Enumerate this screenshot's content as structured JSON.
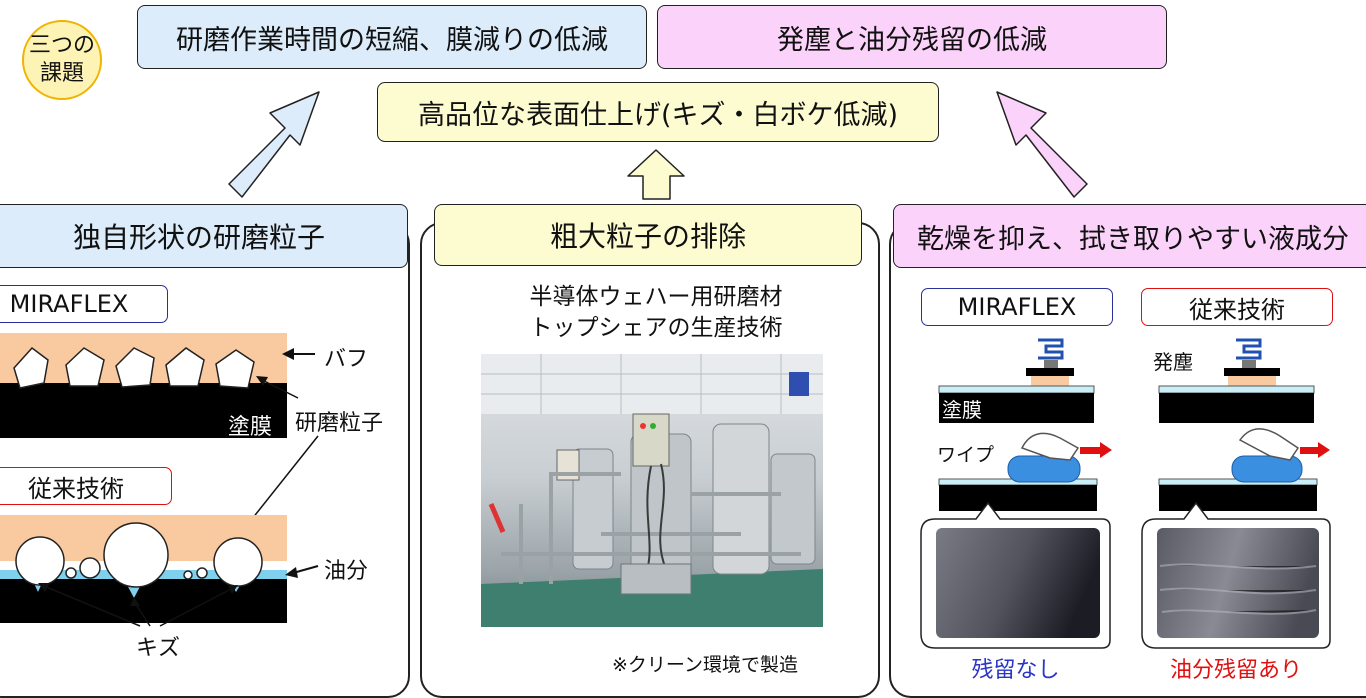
{
  "top": {
    "challenge_badge": "三つの\n課題",
    "goal_left": "研磨作業時間の短縮、膜減りの低減",
    "goal_right": "発塵と油分残留の低減",
    "goal_center": "高品位な表面仕上げ(キズ・白ボケ低減)"
  },
  "panels": {
    "left": {
      "title": "独自形状の研磨粒子",
      "tag_new": "MIRAFLEX",
      "tag_old": "従来技術",
      "label_buff": "バフ",
      "label_film": "塗膜",
      "label_particle": "研磨粒子",
      "label_oil": "油分",
      "label_scratch": "キズ"
    },
    "center": {
      "title": "粗大粒子の排除",
      "caption_line1": "半導体ウェハー用研磨材",
      "caption_line2": "トップシェアの生産技術",
      "note": "※クリーン環境で製造"
    },
    "right": {
      "title": "乾燥を抑え、拭き取りやすい液成分",
      "tag_new": "MIRAFLEX",
      "tag_old": "従来技術",
      "label_dust": "発塵",
      "label_film": "塗膜",
      "label_wipe": "ワイプ",
      "result_new": "残留なし",
      "result_old": "油分残留あり"
    }
  },
  "colors": {
    "blue_box": "#dcecfa",
    "pink_box": "#fad2fa",
    "yellow_box": "#fdfbd0",
    "buff": "#f9c9a0",
    "oil": "#7fd0ec",
    "result_new": "#2a35c8",
    "result_old": "#e01010"
  }
}
